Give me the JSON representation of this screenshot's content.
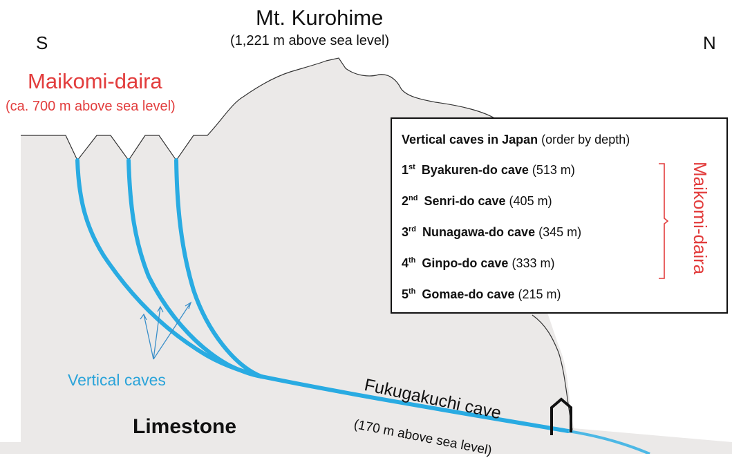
{
  "title": "Mt. Kurohime",
  "title_elevation": "(1,221 m above sea level)",
  "direction_left": "S",
  "direction_right": "N",
  "plateau_label": "Maikomi-daira",
  "plateau_elevation": "(ca. 700 m above sea level)",
  "vertical_caves_label": "Vertical caves",
  "rock_label": "Limestone",
  "outlet_cave_label": "Fukugakuchi cave",
  "outlet_cave_elevation": "(170 m above sea level)",
  "legend": {
    "heading_bold": "Vertical caves in Japan",
    "heading_note": "(order by depth)",
    "bracket_label": "Maikomi-daira",
    "rows": [
      {
        "rank": "1",
        "suffix": "st",
        "name": "Byakuren-do cave",
        "depth": "(513 m)"
      },
      {
        "rank": "2",
        "suffix": "nd",
        "name": "Senri-do cave",
        "depth": "(405 m)"
      },
      {
        "rank": "3",
        "suffix": "rd",
        "name": "Nunagawa-do cave",
        "depth": "(345 m)"
      },
      {
        "rank": "4",
        "suffix": "th",
        "name": "Ginpo-do cave",
        "depth": "(333 m)"
      },
      {
        "rank": "5",
        "suffix": "th",
        "name": "Gomae-do cave",
        "depth": "(215 m)"
      }
    ]
  },
  "colors": {
    "limestone_fill": "#ebe9e8",
    "cave_blue": "#29abe2",
    "label_red": "#e23c3c",
    "outline": "#333333"
  }
}
